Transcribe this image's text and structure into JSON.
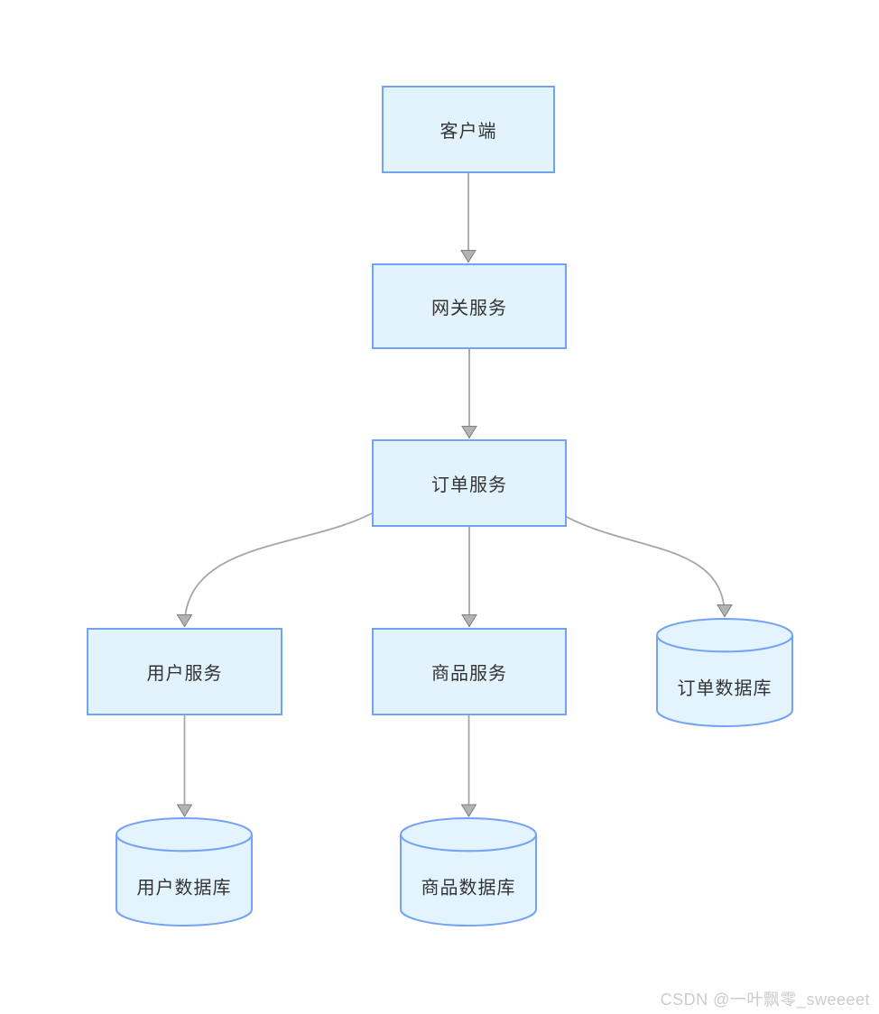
{
  "diagram": {
    "type": "architecture-flowchart",
    "nodes": {
      "client": {
        "label": "客户端",
        "shape": "rectangle"
      },
      "gateway": {
        "label": "网关服务",
        "shape": "rectangle"
      },
      "order_service": {
        "label": "订单服务",
        "shape": "rectangle"
      },
      "user_service": {
        "label": "用户服务",
        "shape": "rectangle"
      },
      "product_service": {
        "label": "商品服务",
        "shape": "rectangle"
      },
      "order_db": {
        "label": "订单数据库",
        "shape": "database-cylinder"
      },
      "user_db": {
        "label": "用户数据库",
        "shape": "database-cylinder"
      },
      "product_db": {
        "label": "商品数据库",
        "shape": "database-cylinder"
      }
    },
    "edges": [
      {
        "from": "客户端",
        "to": "网关服务"
      },
      {
        "from": "网关服务",
        "to": "订单服务"
      },
      {
        "from": "订单服务",
        "to": "用户服务"
      },
      {
        "from": "订单服务",
        "to": "商品服务"
      },
      {
        "from": "订单服务",
        "to": "订单数据库"
      },
      {
        "from": "用户服务",
        "to": "用户数据库"
      },
      {
        "from": "商品服务",
        "to": "商品数据库"
      }
    ],
    "colors": {
      "node_fill": "#e2f3fd",
      "node_border": "#70a4f1",
      "cylinder_fill": "#e3f4fe",
      "cylinder_border": "#74a2f6",
      "connector": "#a6a6a6",
      "arrowhead_fill": "#b3b3b3",
      "arrowhead_stroke": "#808080",
      "label_text": "#333333",
      "watermark_text": "#cccccc",
      "background": "#ffffff"
    }
  },
  "watermark": {
    "text": "CSDN @一叶飘零_sweeeet"
  }
}
